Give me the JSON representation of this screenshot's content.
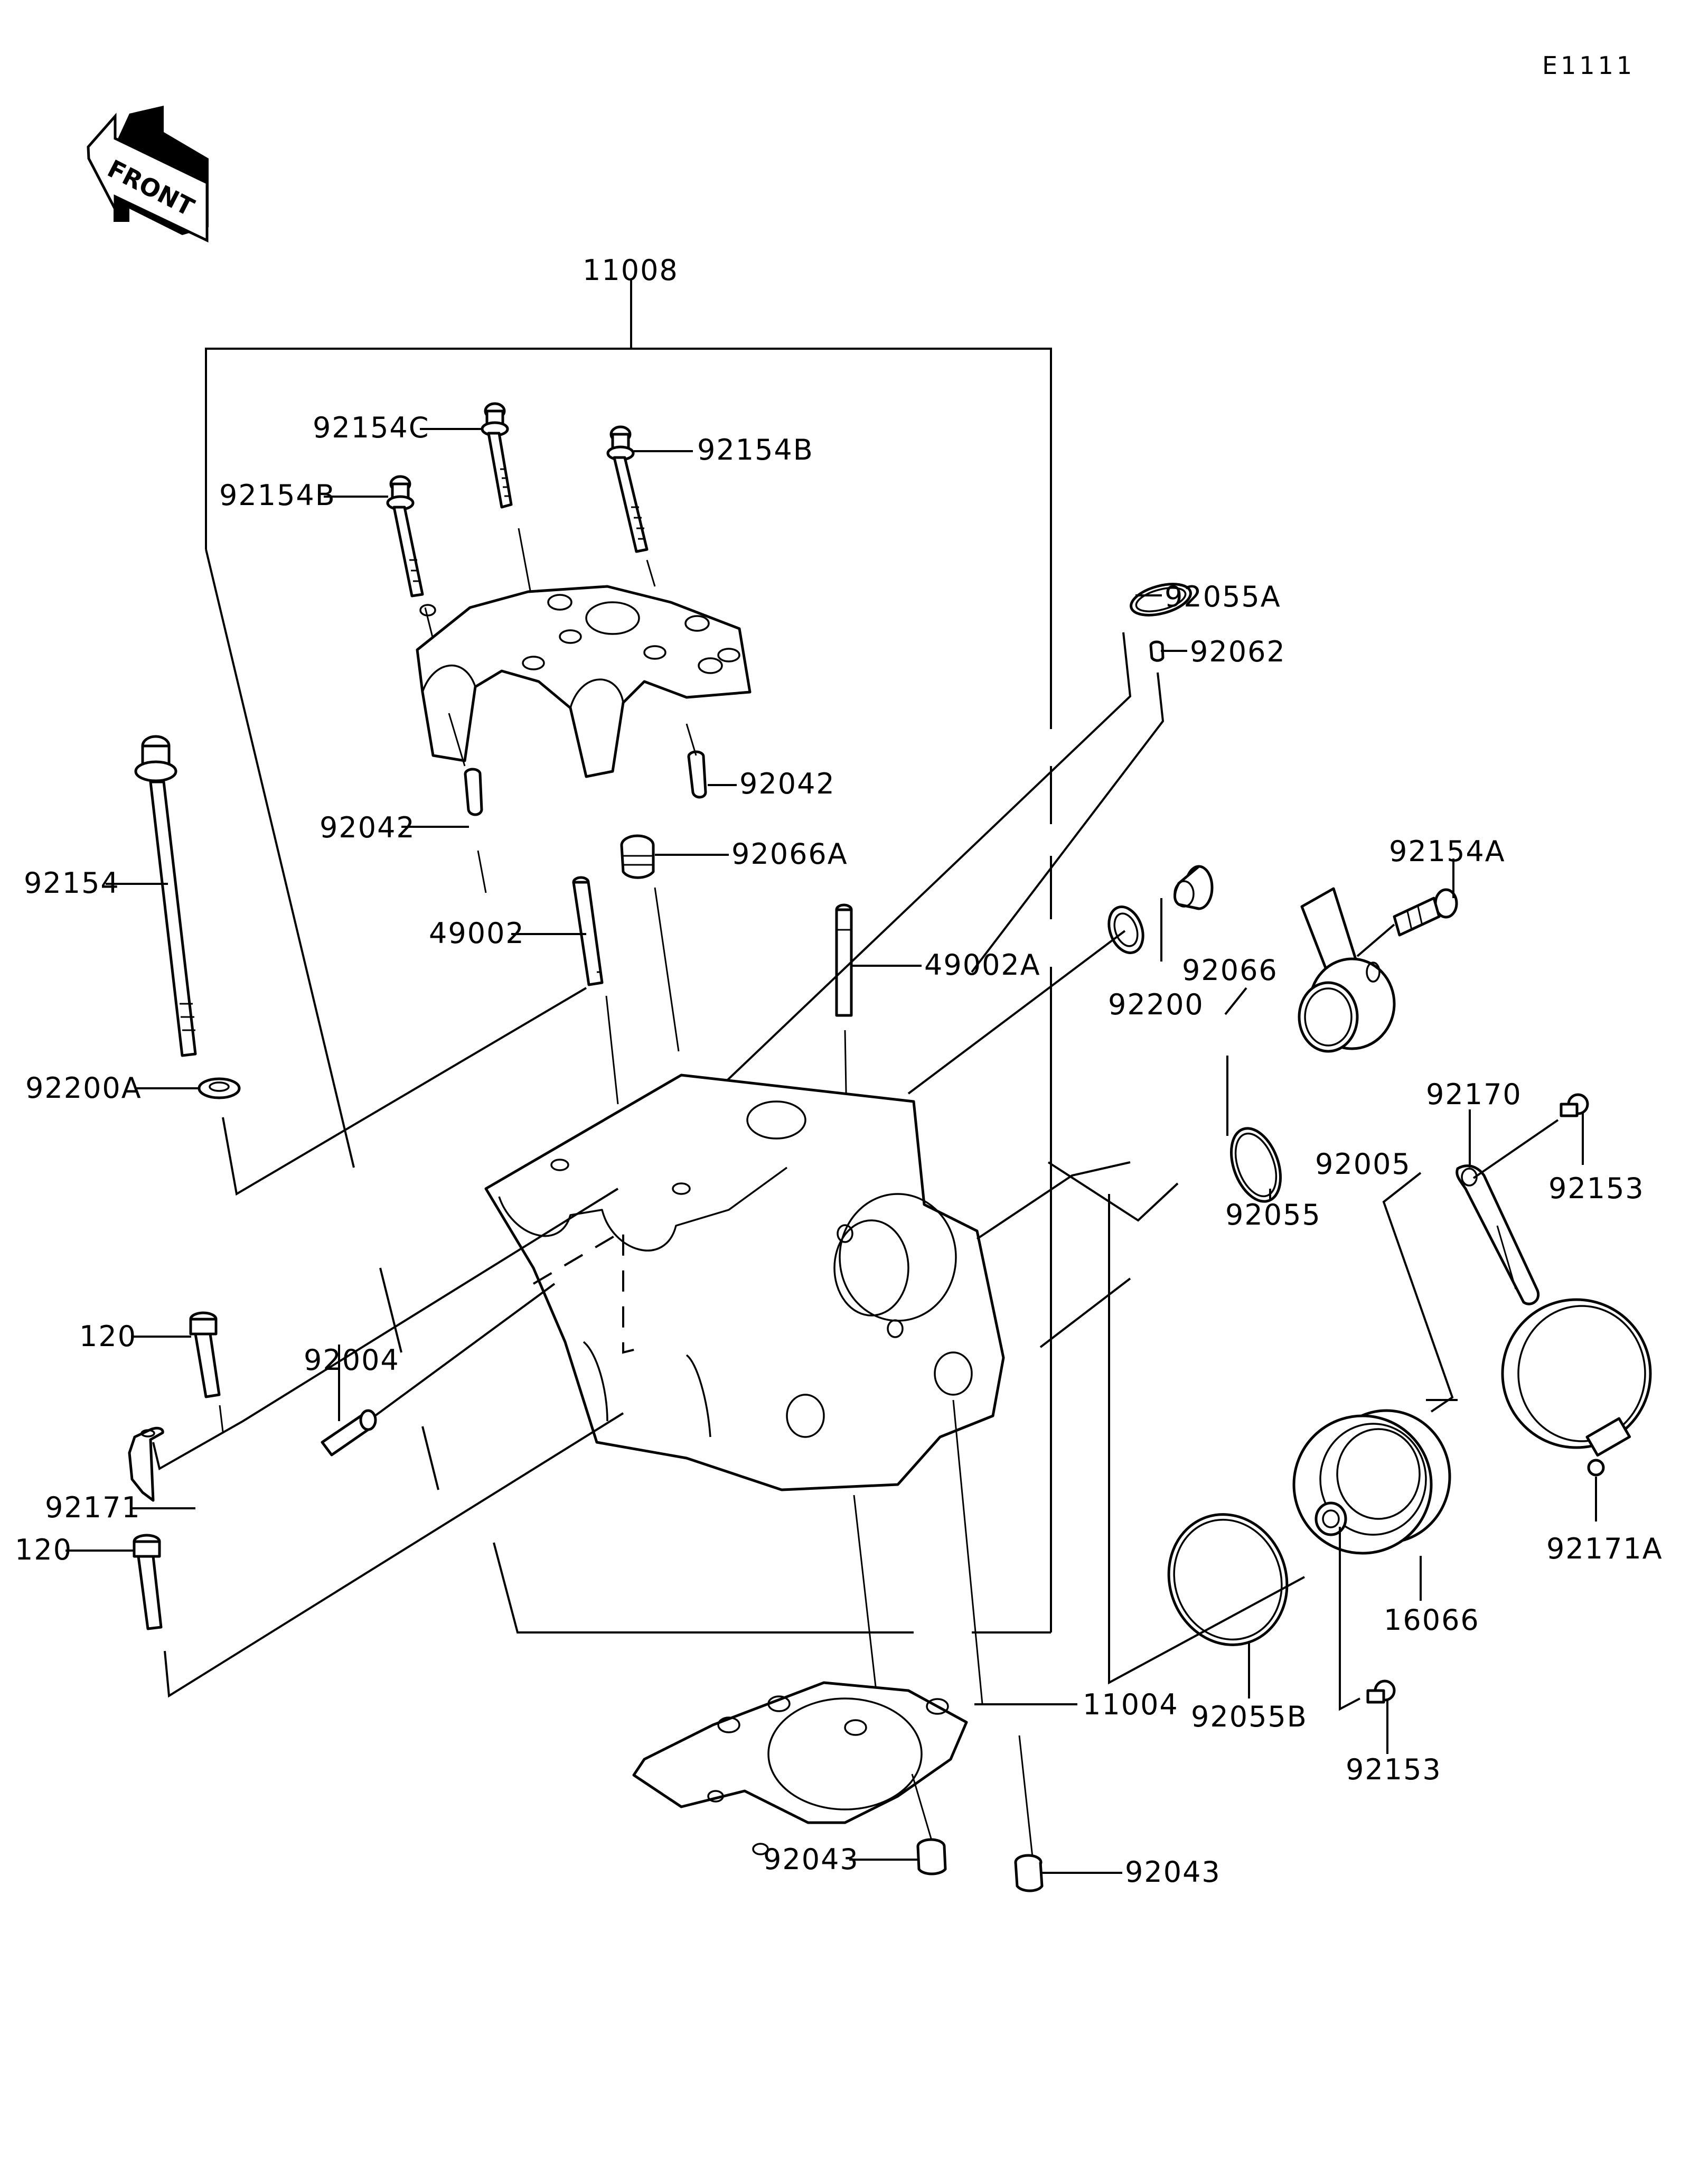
{
  "diagram": {
    "title": "Cylinder Head",
    "figure_code": "E1111",
    "front_marker": "FRONT",
    "colors": {
      "line": "#000000",
      "background": "#ffffff"
    },
    "labels": [
      {
        "id": "11008",
        "text": "11008",
        "part": "cylinder-head-assy"
      },
      {
        "id": "92154C",
        "text": "92154C",
        "part": "bolt-flanged"
      },
      {
        "id": "92154B_r",
        "text": "92154B",
        "part": "bolt-flanged"
      },
      {
        "id": "92154B_l",
        "text": "92154B",
        "part": "bolt-flanged"
      },
      {
        "id": "92055A",
        "text": "92055A",
        "part": "o-ring"
      },
      {
        "id": "92062",
        "text": "92062",
        "part": "plug"
      },
      {
        "id": "92042_r",
        "text": "92042",
        "part": "dowel-pin"
      },
      {
        "id": "92042_l",
        "text": "92042",
        "part": "dowel-pin"
      },
      {
        "id": "92066A",
        "text": "92066A",
        "part": "plug-hex"
      },
      {
        "id": "92154",
        "text": "92154",
        "part": "long-bolt"
      },
      {
        "id": "49002",
        "text": "49002",
        "part": "valve-guide"
      },
      {
        "id": "49002A",
        "text": "49002A",
        "part": "valve-guide"
      },
      {
        "id": "92154A",
        "text": "92154A",
        "part": "bolt"
      },
      {
        "id": "92066",
        "text": "92066",
        "part": "plug"
      },
      {
        "id": "92200",
        "text": "92200",
        "part": "washer"
      },
      {
        "id": "92200A",
        "text": "92200A",
        "part": "washer"
      },
      {
        "id": "92005",
        "text": "92005",
        "part": "fitting"
      },
      {
        "id": "92170",
        "text": "92170",
        "part": "clamp"
      },
      {
        "id": "92153_top",
        "text": "92153",
        "part": "bolt"
      },
      {
        "id": "92055",
        "text": "92055",
        "part": "o-ring"
      },
      {
        "id": "120_top",
        "text": "120",
        "part": "socket-bolt"
      },
      {
        "id": "92004",
        "text": "92004",
        "part": "stud"
      },
      {
        "id": "92171",
        "text": "92171",
        "part": "clamp"
      },
      {
        "id": "120_bottom",
        "text": "120",
        "part": "socket-bolt"
      },
      {
        "id": "92171A",
        "text": "92171A",
        "part": "band-clamp"
      },
      {
        "id": "16066",
        "text": "16066",
        "part": "holder-carburetor"
      },
      {
        "id": "92055B",
        "text": "92055B",
        "part": "o-ring"
      },
      {
        "id": "11004",
        "text": "11004",
        "part": "gasket-head"
      },
      {
        "id": "92153_bottom",
        "text": "92153",
        "part": "bolt"
      },
      {
        "id": "92043_l",
        "text": "92043",
        "part": "dowel-pin"
      },
      {
        "id": "92043_r",
        "text": "92043",
        "part": "dowel-pin"
      }
    ]
  }
}
